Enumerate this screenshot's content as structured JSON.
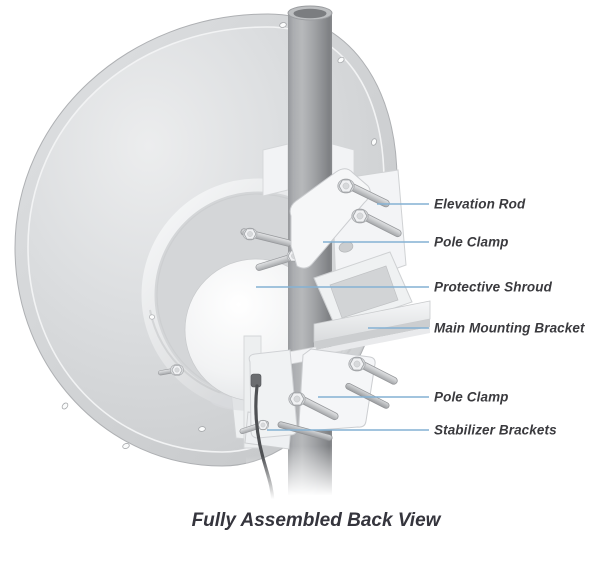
{
  "figure": {
    "caption": "Fully Assembled Back View",
    "callouts": [
      {
        "id": "elevation-rod",
        "text": "Elevation Rod"
      },
      {
        "id": "pole-clamp-upper",
        "text": "Pole Clamp"
      },
      {
        "id": "protective-shroud",
        "text": "Protective Shroud"
      },
      {
        "id": "main-mounting-bracket",
        "text": "Main Mounting Bracket"
      },
      {
        "id": "pole-clamp-lower",
        "text": "Pole Clamp"
      },
      {
        "id": "stabilizer-brackets",
        "text": "Stabilizer Brackets"
      }
    ],
    "colors": {
      "leader_line": "#84b1d3",
      "label_text": "#3a3a3e",
      "caption_text": "#35353d",
      "background": "#ffffff"
    }
  }
}
